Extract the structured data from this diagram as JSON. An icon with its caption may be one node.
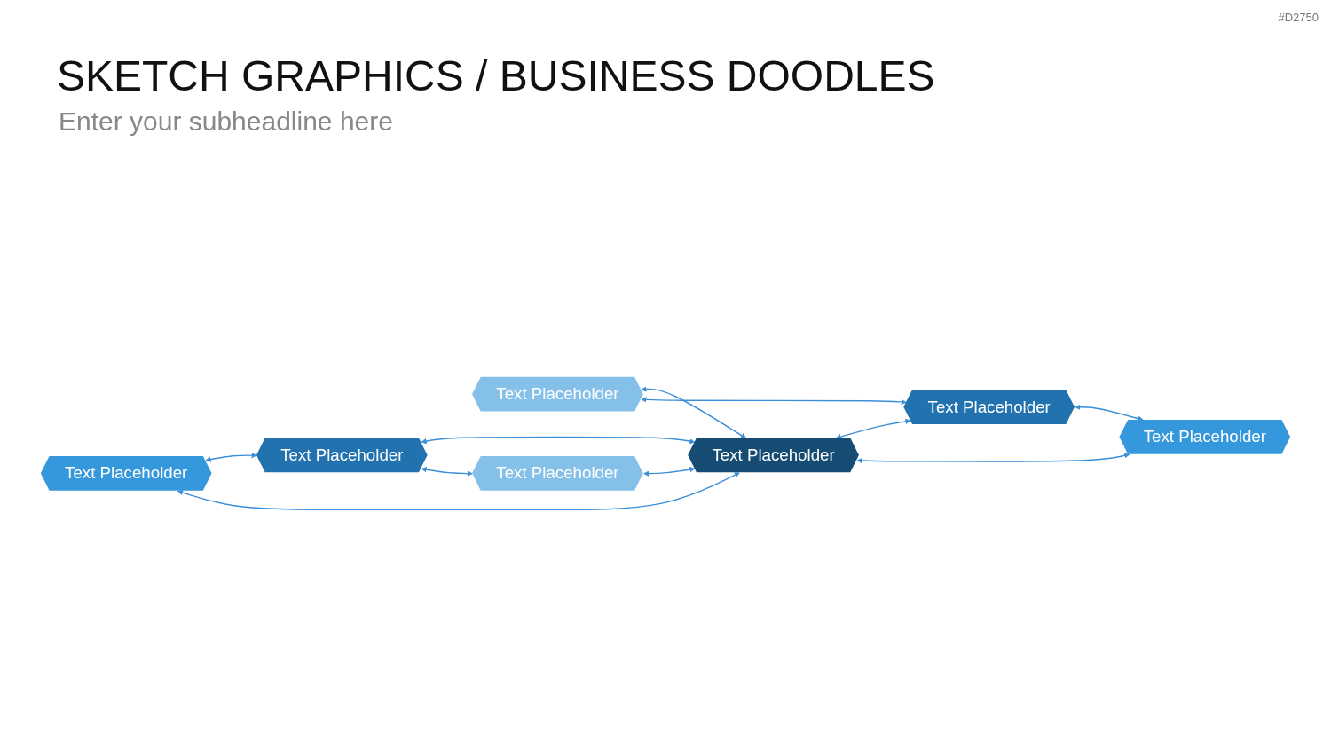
{
  "diagram": {
    "title": "SKETCH GRAPHICS / BUSINESS DOODLES",
    "nodes": [
      {
        "text": [
          "Text Placeholder"
        ]
      },
      {
        "text": [
          "Text Placeholder"
        ]
      },
      {
        "text": [
          "Text Placeholder"
        ]
      },
      {
        "text": [
          "Text Placeholder"
        ]
      },
      {
        "text": [
          "Text Placeholder"
        ]
      },
      {
        "text": [
          "Text Placeholder"
        ]
      },
      {
        "text": [
          "Text Placeholder"
        ]
      }
    ],
    "edges": [
      {
        "from": 0,
        "to": 2,
        "arrow": "both"
      },
      {
        "from": 0,
        "to": 3,
        "arrow": "both"
      },
      {
        "from": 1,
        "to": 3,
        "arrow": "both"
      },
      {
        "from": 1,
        "to": 4,
        "arrow": "both"
      },
      {
        "from": 2,
        "to": 3,
        "arrow": "both"
      },
      {
        "from": 3,
        "to": 4,
        "arrow": "both"
      },
      {
        "from": 2,
        "to": 5,
        "arrow": "both"
      },
      {
        "from": 5,
        "to": 3,
        "arrow": "both"
      },
      {
        "from": 3,
        "to": 6,
        "arrow": "both"
      },
      {
        "from": 4,
        "to": 6,
        "arrow": "both"
      }
    ],
    "labels": [
      "#D2750",
      "Enter your subheadline here"
    ]
  }
}
